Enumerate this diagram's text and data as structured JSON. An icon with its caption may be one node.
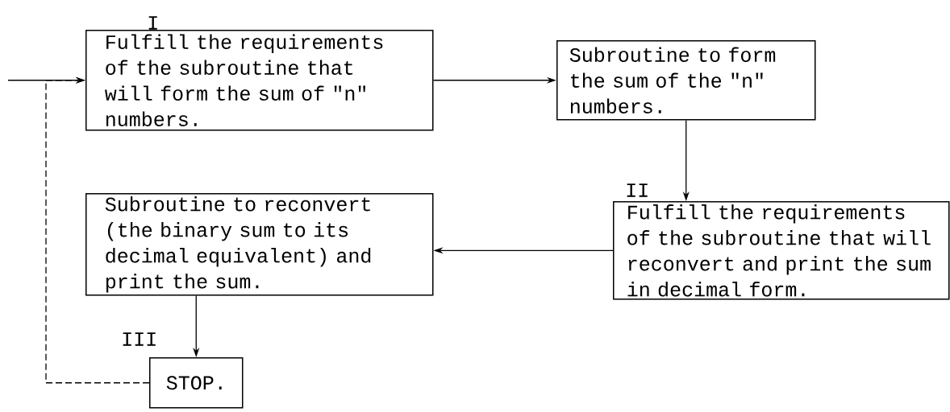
{
  "diagram": {
    "nodes": [
      {
        "text": [
          "I",
          "Fulfill the requirements of the subroutine that will form the sum of \"n\" numbers."
        ]
      },
      {
        "text": [
          "Subroutine to form the sum of the \"n\" numbers."
        ]
      },
      {
        "text": [
          "II",
          "Fulfill the requirements of the subroutine that will reconvert and print the sum in decimal form."
        ]
      },
      {
        "text": [
          "Subroutine to reconvert (the binary sum to its decimal equivalent) and print the sum."
        ]
      },
      {
        "text": [
          "STOP."
        ]
      }
    ],
    "edges": [
      {
        "from": null,
        "to": 0,
        "arrow": "to"
      },
      {
        "from": 0,
        "to": 1,
        "arrow": "to"
      },
      {
        "from": 1,
        "to": 2,
        "arrow": "to"
      },
      {
        "from": 2,
        "to": 3,
        "arrow": "to"
      },
      {
        "from": 3,
        "to": 4,
        "arrow": "to"
      },
      {
        "from": 4,
        "to": 0,
        "arrow": "to",
        "style": "dashed"
      }
    ],
    "labels": [
      "III"
    ]
  }
}
